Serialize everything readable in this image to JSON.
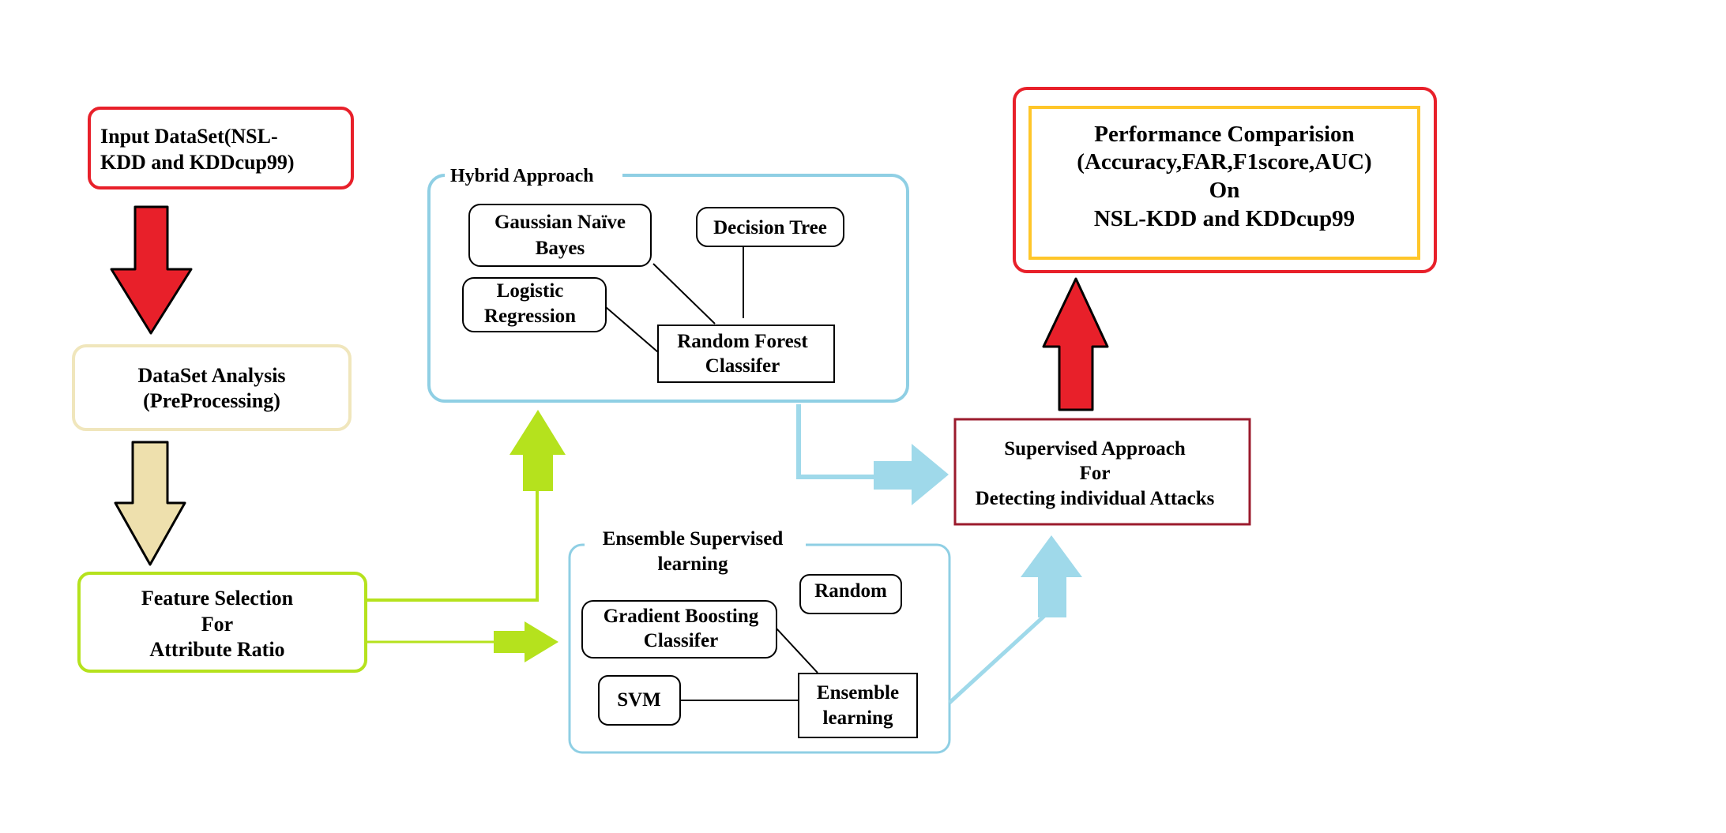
{
  "colors": {
    "red": "#e8202a",
    "cream_border": "#f0e6bc",
    "cream_fill": "#eee0ad",
    "green": "#b5e21d",
    "green_border": "#a9d822",
    "blue": "#8fcfe4",
    "blue_arrow": "#9fd9ea",
    "dark_red": "#9b1b2d",
    "gold": "#ffc629"
  },
  "input_dataset": {
    "line1": "Input DataSet(NSL-",
    "line2": "KDD and KDDcup99)"
  },
  "dataset_analysis": {
    "line1": "DataSet Analysis",
    "line2": "(PreProcessing)"
  },
  "feature_selection": {
    "line1": "Feature Selection",
    "line2": "For",
    "line3": "Attribute Ratio"
  },
  "hybrid": {
    "title": "Hybrid Approach",
    "gaussian": {
      "line1": "Gaussian Naïve",
      "line2": "Bayes"
    },
    "decision_tree": "Decision Tree",
    "logistic": {
      "line1": "Logistic",
      "line2": "Regression"
    },
    "random_forest": {
      "line1": "Random Forest",
      "line2": "Classifer"
    }
  },
  "ensemble": {
    "title_line1": "Ensemble Supervised",
    "title_line2": "learning",
    "random": "Random",
    "gradient": {
      "line1": "Gradient Boosting",
      "line2": "Classifer"
    },
    "svm": "SVM",
    "ensemble_learning": {
      "line1": "Ensemble",
      "line2": "learning"
    }
  },
  "supervised": {
    "line1": "Supervised Approach",
    "line2": "For",
    "line3": "Detecting individual Attacks"
  },
  "performance": {
    "line1": "Performance Comparision",
    "line2": "(Accuracy,FAR,F1score,AUC)",
    "line3": "On",
    "line4": "NSL-KDD and KDDcup99"
  }
}
